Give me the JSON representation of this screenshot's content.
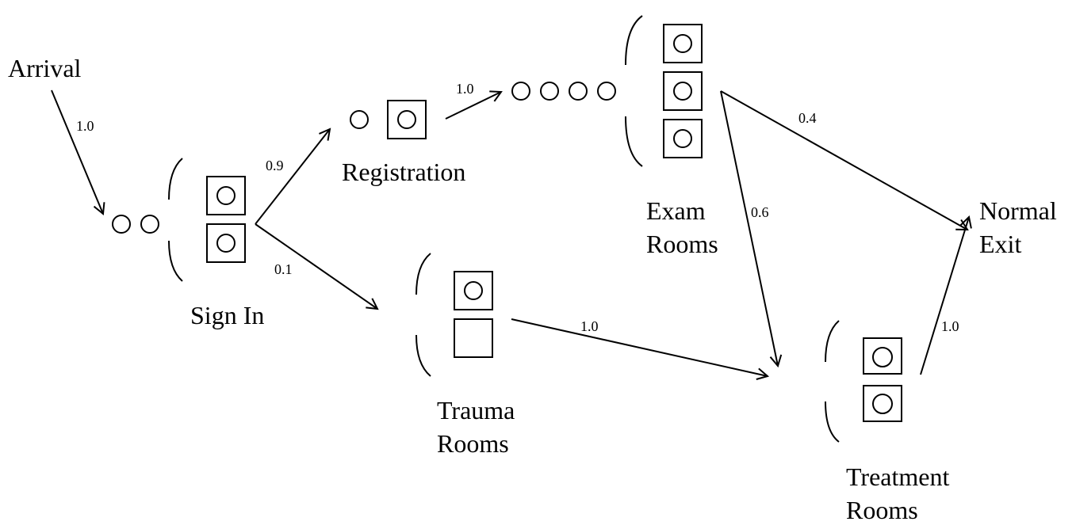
{
  "diagram": {
    "nodes": {
      "arrival": {
        "label": "Arrival"
      },
      "sign_in": {
        "label": "Sign In",
        "servers": 2,
        "busy": 2,
        "queue": 2
      },
      "registration": {
        "label": "Registration",
        "servers": 1,
        "busy": 1,
        "queue": 1
      },
      "exam_rooms": {
        "label_line1": "Exam",
        "label_line2": "Rooms",
        "servers": 3,
        "busy": 3,
        "queue": 4
      },
      "trauma_rooms": {
        "label_line1": "Trauma",
        "label_line2": "Rooms",
        "servers": 2,
        "busy": 1,
        "queue": 0
      },
      "treatment_rooms": {
        "label_line1": "Treatment",
        "label_line2": "Rooms",
        "servers": 2,
        "busy": 2,
        "queue": 0
      },
      "normal_exit": {
        "label_line1": "Normal",
        "label_line2": "Exit"
      }
    },
    "edges": [
      {
        "from": "Arrival",
        "to": "Sign In",
        "probability": "1.0"
      },
      {
        "from": "Sign In",
        "to": "Registration",
        "probability": "0.9"
      },
      {
        "from": "Sign In",
        "to": "Trauma Rooms",
        "probability": "0.1"
      },
      {
        "from": "Registration",
        "to": "Exam Rooms",
        "probability": "1.0"
      },
      {
        "from": "Exam Rooms",
        "to": "Normal Exit",
        "probability": "0.4"
      },
      {
        "from": "Exam Rooms",
        "to": "Treatment Rooms",
        "probability": "0.6"
      },
      {
        "from": "Trauma Rooms",
        "to": "Treatment Rooms",
        "probability": "1.0"
      },
      {
        "from": "Treatment Rooms",
        "to": "Normal Exit",
        "probability": "1.0"
      }
    ]
  }
}
